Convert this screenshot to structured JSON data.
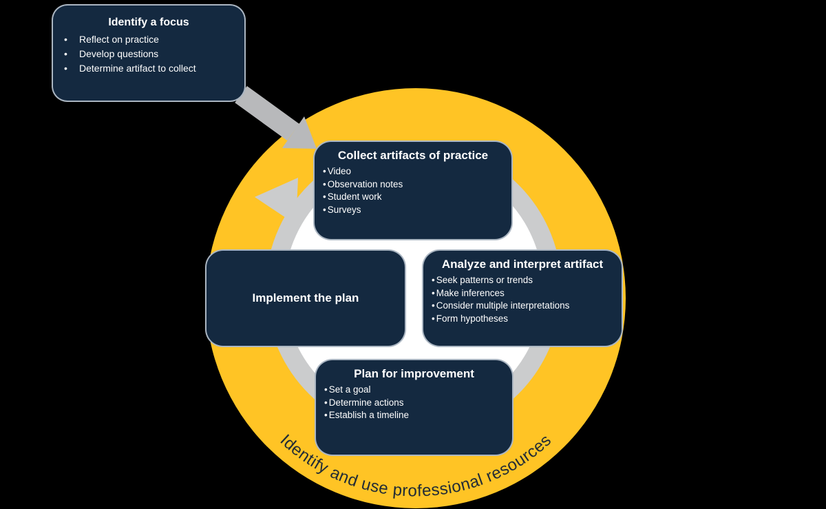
{
  "colors": {
    "background": "#000000",
    "gold_circle": "#FFC425",
    "card_navy": "#142940",
    "card_border": "#DEE5EE",
    "ring_gray": "#CBCCCD",
    "entry_arrow_gray": "#B8B9BB",
    "arc_label_color": "#222C36",
    "card_text": "#FFFFFF"
  },
  "intro_card": {
    "title": "Identify a focus",
    "items": [
      "Reflect on practice",
      "Develop questions",
      "Determine artifact to collect"
    ]
  },
  "cycle": {
    "direction": "clockwise",
    "outer_label": "Identify and use professional resources",
    "steps": [
      {
        "title": "Collect artifacts of practice",
        "items": [
          "Video",
          "Observation notes",
          "Student work",
          "Surveys"
        ]
      },
      {
        "title": "Analyze and interpret artifact",
        "items": [
          "Seek patterns or trends",
          "Make inferences",
          "Consider multiple interpretations",
          "Form hypotheses"
        ]
      },
      {
        "title": "Plan for improvement",
        "items": [
          "Set a goal",
          "Determine actions",
          "Establish a timeline"
        ]
      },
      {
        "title": "Implement the plan",
        "items": []
      }
    ]
  }
}
